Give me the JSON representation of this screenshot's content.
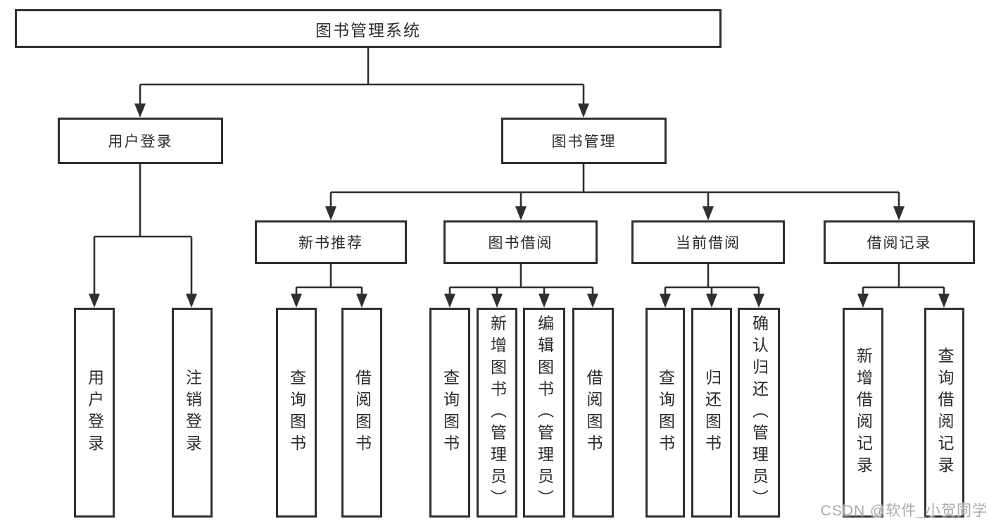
{
  "diagram": {
    "title": "图书管理系统",
    "root": {
      "label": "图书管理系统"
    },
    "level2": [
      {
        "id": "user-login",
        "label": "用户登录"
      },
      {
        "id": "book-management",
        "label": "图书管理"
      }
    ],
    "level3": [
      {
        "id": "new-book-recommend",
        "label": "新书推荐"
      },
      {
        "id": "book-borrow",
        "label": "图书借阅"
      },
      {
        "id": "current-borrow",
        "label": "当前借阅"
      },
      {
        "id": "borrow-records",
        "label": "借阅记录"
      }
    ],
    "leaves": [
      {
        "id": "leaf-user-login",
        "parent": "user-login",
        "label": "用户登录"
      },
      {
        "id": "leaf-logout",
        "parent": "user-login",
        "label": "注销登录"
      },
      {
        "id": "leaf-query-book-1",
        "parent": "new-book-recommend",
        "label": "查询图书"
      },
      {
        "id": "leaf-borrow-book-1",
        "parent": "new-book-recommend",
        "label": "借阅图书"
      },
      {
        "id": "leaf-query-book-2",
        "parent": "book-borrow",
        "label": "查询图书"
      },
      {
        "id": "leaf-add-book-admin",
        "parent": "book-borrow",
        "label": "新增图书（管理员）"
      },
      {
        "id": "leaf-edit-book-admin",
        "parent": "book-borrow",
        "label": "编辑图书（管理员）"
      },
      {
        "id": "leaf-borrow-book-2",
        "parent": "book-borrow",
        "label": "借阅图书"
      },
      {
        "id": "leaf-query-book-3",
        "parent": "current-borrow",
        "label": "查询图书"
      },
      {
        "id": "leaf-return-book",
        "parent": "current-borrow",
        "label": "归还图书"
      },
      {
        "id": "leaf-confirm-return",
        "parent": "current-borrow",
        "label": "确认归还（管理员）"
      },
      {
        "id": "leaf-add-record",
        "parent": "borrow-records",
        "label": "新增借阅记录"
      },
      {
        "id": "leaf-query-record",
        "parent": "borrow-records",
        "label": "查询借阅记录"
      }
    ],
    "line_color": "#2f2f2f"
  },
  "watermark": {
    "text": "CSDN @软件_小贺同学"
  }
}
